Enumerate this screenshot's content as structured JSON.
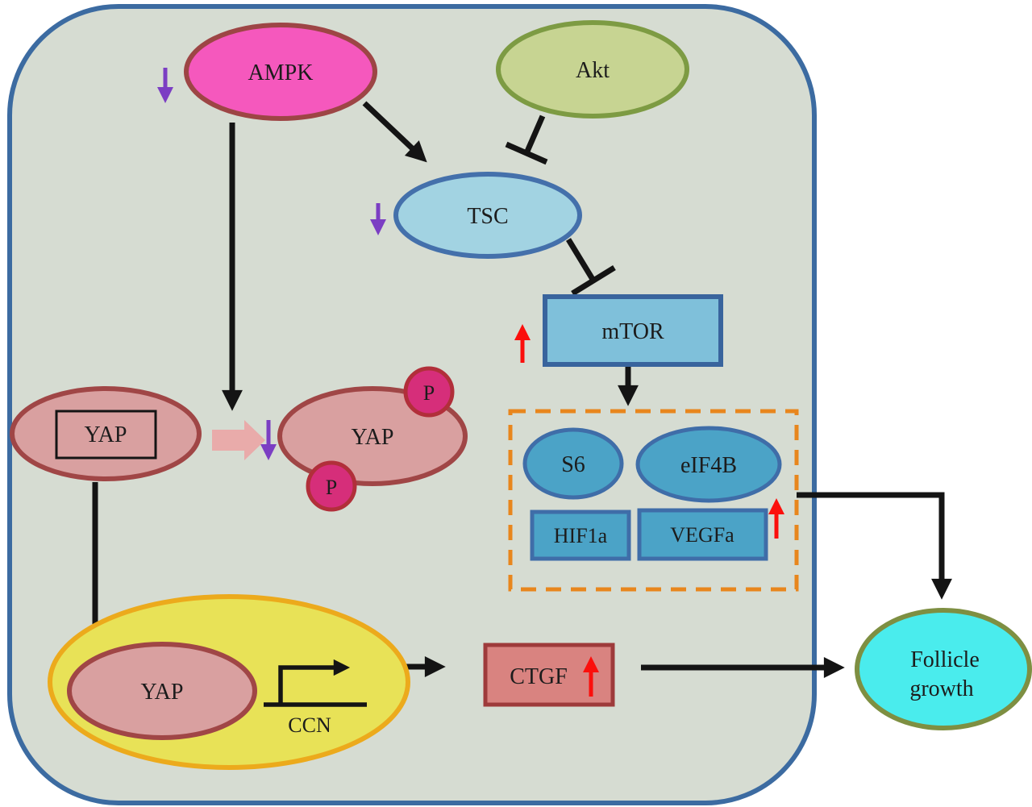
{
  "diagram": {
    "type": "signaling-pathway",
    "nodes": {
      "ampk": "AMPK",
      "akt": "Akt",
      "tsc": "TSC",
      "mtor": "mTOR",
      "s6": "S6",
      "eif4b": "eIF4B",
      "hif1a": "HIF1a",
      "vegfa": "VEGFa",
      "yap_cytoplasmic": "YAP",
      "yap_phosphorylated": "YAP",
      "phosphate": "P",
      "yap_nuclear": "YAP",
      "ccn_gene": "CCN",
      "ctgf": "CTGF",
      "follicle_line1": "Follicle",
      "follicle_line2": "growth"
    },
    "relations": [
      "AMPK activates TSC",
      "Akt inhibits TSC",
      "TSC inhibits mTOR",
      "mTOR activates S6 / eIF4B / HIF1a / VEGFa",
      "AMPK phosphorylates YAP (decreased)",
      "YAP enters nucleus and drives CCN promoter",
      "CCN transcription increases CTGF",
      "CTGF and mTOR targets promote follicle growth"
    ],
    "colors": {
      "cell_fill": "#d6dcd2",
      "cell_border": "#3c6ba1",
      "ampk_fill": "#f558bd",
      "ampk_border": "#9d4545",
      "akt_fill": "#c7d492",
      "akt_border": "#7d9b43",
      "tsc_fill": "#a2d3e2",
      "tsc_border": "#4470ab",
      "mtor_fill": "#7fc0da",
      "mtor_border": "#39649d",
      "target_fill": "#4ba3c7",
      "target_border": "#3f6da8",
      "dashed_box_border": "#e8861d",
      "yap_fill": "#d9a0a0",
      "yap_border": "#a04646",
      "phosphate_fill": "#d62e7a",
      "phosphate_border": "#b12f3a",
      "nucleus_fill": "#e8e257",
      "nucleus_border": "#ecaa1c",
      "ctgf_fill": "#d98380",
      "ctgf_border": "#9e3b3b",
      "follicle_fill": "#4aeced",
      "follicle_border": "#7e8f42",
      "increase_arrow": "#fb0f0c",
      "decrease_arrow": "#7b3ec3",
      "block_arrow": "#e9abaa",
      "line": "#141414"
    }
  }
}
